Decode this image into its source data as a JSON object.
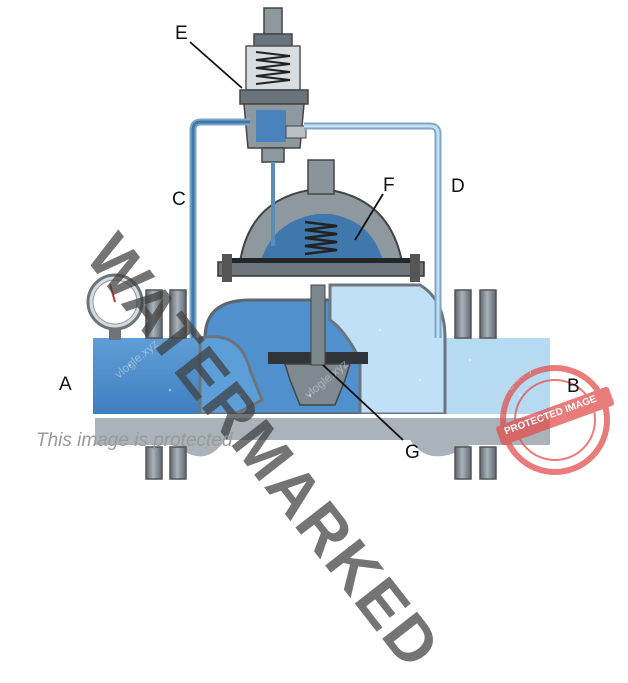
{
  "labels": {
    "A": "A",
    "B": "B",
    "C": "C",
    "D": "D",
    "E": "E",
    "F": "F",
    "G": "G"
  },
  "watermark": {
    "big": "WATERMARKED",
    "small": "vlogle.xyz",
    "protected": "This image is protected",
    "stamp_outer": "PROTECTED IMAGE",
    "stamp_inner": "PROTECTED IMAGE"
  },
  "colors": {
    "water": "#4e8fcc",
    "water_light": "#b9dcf5",
    "metal": "#8f9aa3",
    "metal_dark": "#4b5259",
    "pipe": "#5b8db8",
    "stamp": "#e2504f"
  }
}
